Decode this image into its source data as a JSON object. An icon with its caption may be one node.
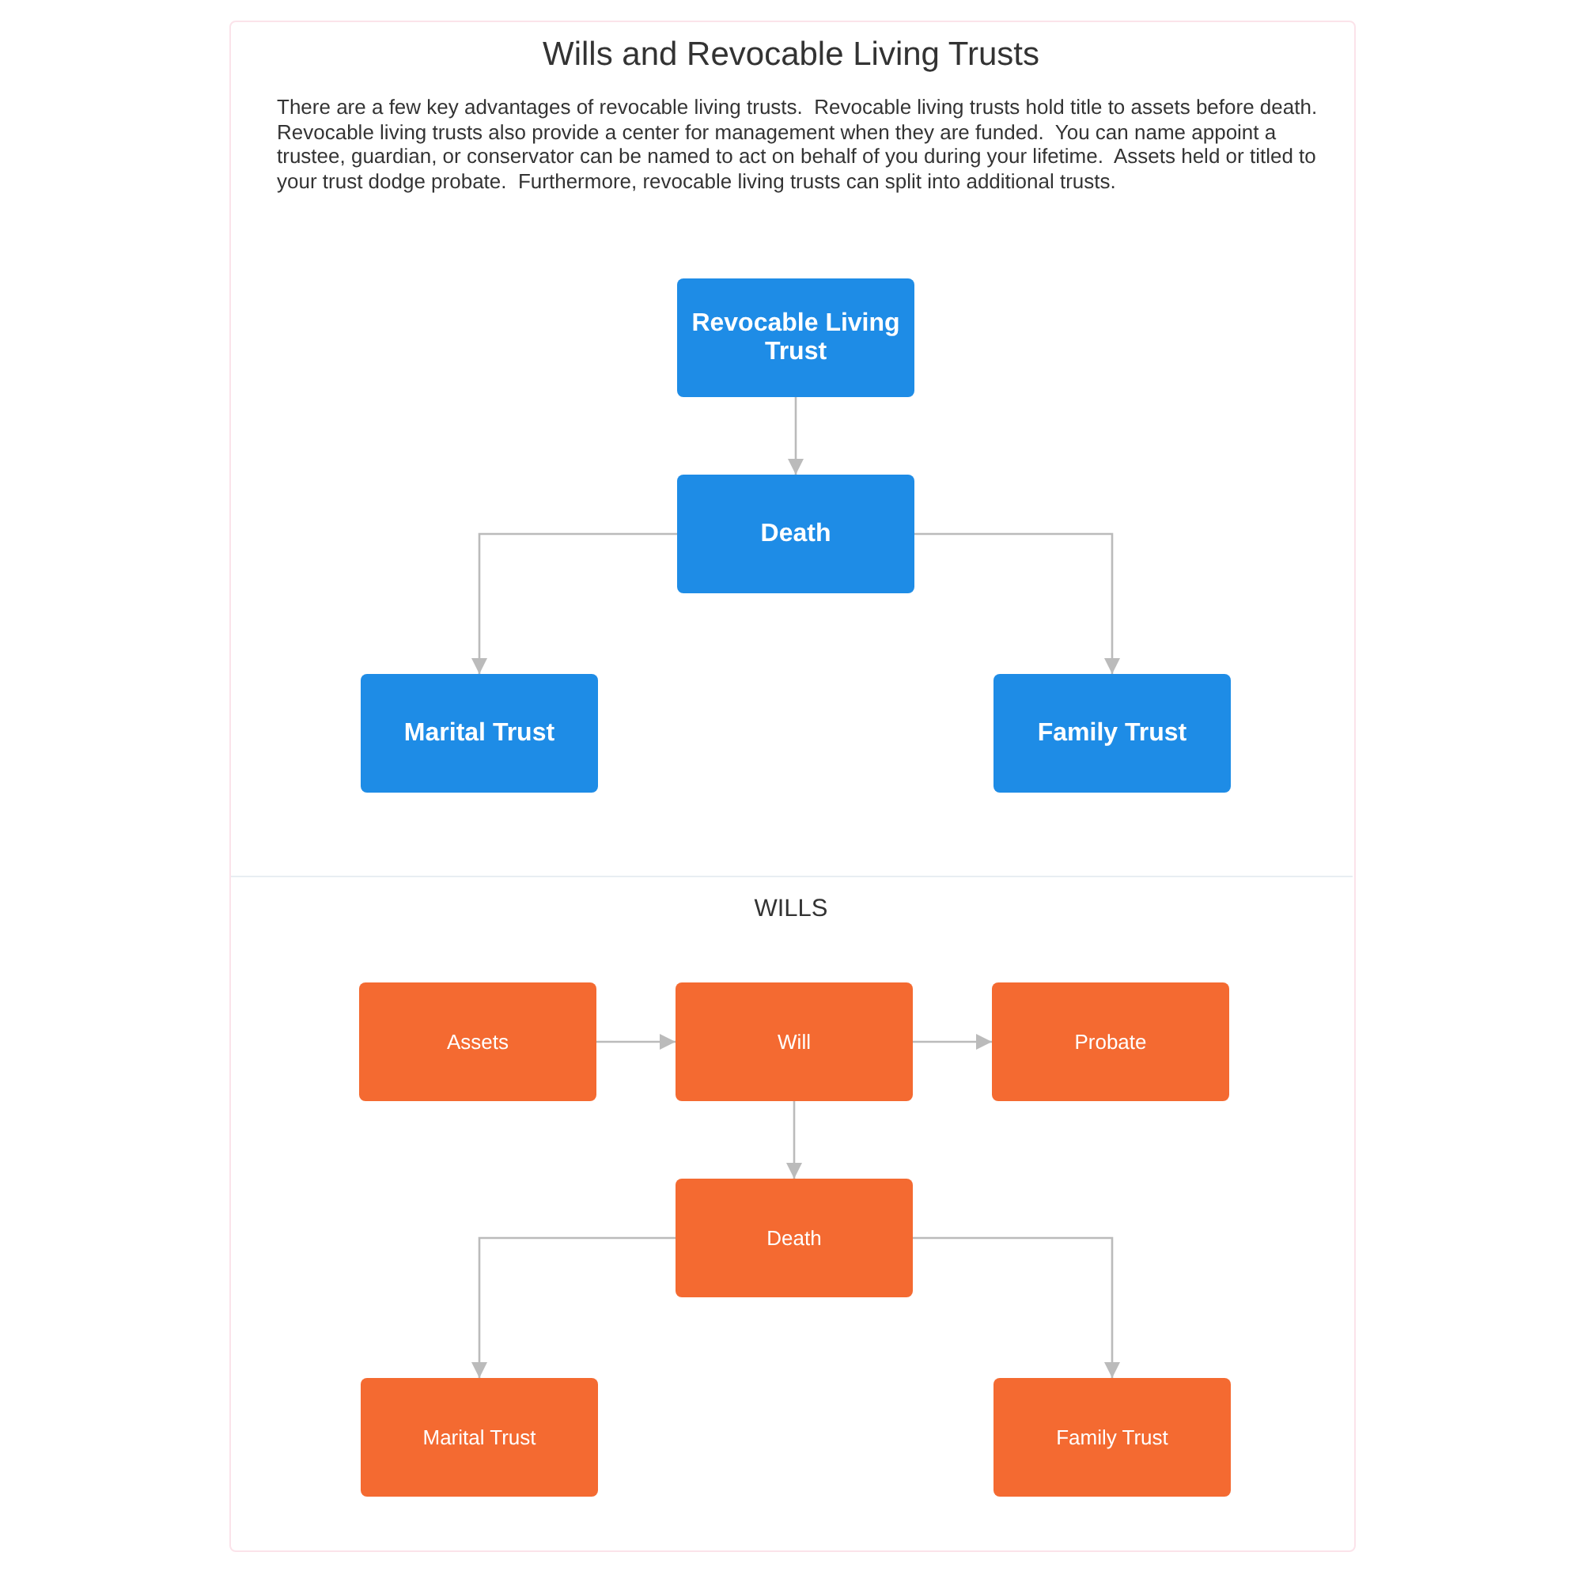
{
  "diagram": {
    "title": "Wills and Revocable Living Trusts",
    "nodes": [
      {
        "text": [
          "Revocable Living Trust"
        ]
      },
      {
        "text": [
          "Death"
        ]
      },
      {
        "text": [
          "Marital Trust"
        ]
      },
      {
        "text": [
          "Family Trust"
        ]
      },
      {
        "text": [
          "Assets"
        ]
      },
      {
        "text": [
          "Will"
        ]
      },
      {
        "text": [
          "Probate"
        ]
      },
      {
        "text": [
          "Death"
        ]
      },
      {
        "text": [
          "Marital Trust"
        ]
      },
      {
        "text": [
          "Family Trust"
        ]
      }
    ],
    "edges": [
      {
        "from": 0,
        "to": 1,
        "arrow": "to"
      },
      {
        "from": 1,
        "to": 2,
        "arrow": "to"
      },
      {
        "from": 1,
        "to": 3,
        "arrow": "to"
      },
      {
        "from": 4,
        "to": 5,
        "arrow": "to"
      },
      {
        "from": 5,
        "to": 6,
        "arrow": "to"
      },
      {
        "from": 5,
        "to": 7,
        "arrow": "to"
      },
      {
        "from": 7,
        "to": 8,
        "arrow": "to"
      },
      {
        "from": 7,
        "to": 9,
        "arrow": "to"
      }
    ],
    "labels": [
      "There are a few key advantages of revocable living trusts.  Revocable living trusts hold title to assets before death.   Revocable living trusts also provide a center for management when they are funded.  You can name appoint a trustee, guardian, or conservator can be named to act on behalf of you during your lifetime.  Assets held or titled to your trust dodge probate.  Furthermore, revocable living trusts can split into additional trusts.",
      "WILLS"
    ]
  }
}
